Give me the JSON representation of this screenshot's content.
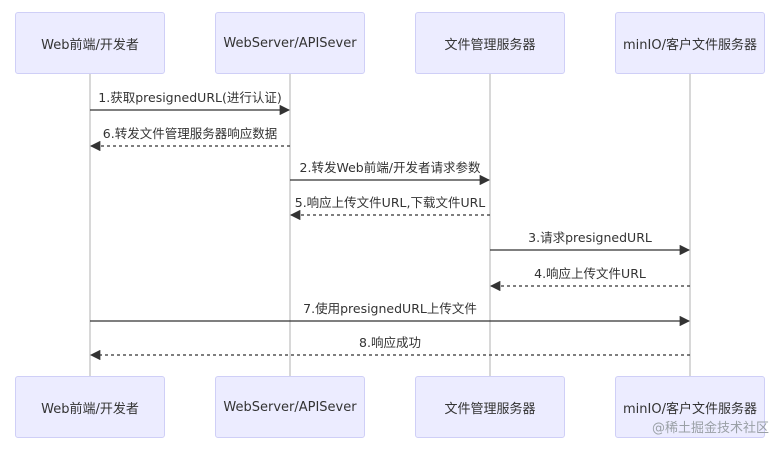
{
  "participants": [
    {
      "id": "web",
      "label": "Web前端/开发者"
    },
    {
      "id": "server",
      "label": "WebServer/APISever"
    },
    {
      "id": "fms",
      "label": "文件管理服务器"
    },
    {
      "id": "minio",
      "label": "minIO/客户文件服务器"
    }
  ],
  "messages": [
    {
      "from": "web",
      "to": "server",
      "label": "1.获取presignedURL(进行认证)",
      "style": "solid"
    },
    {
      "from": "server",
      "to": "web",
      "label": "6.转发文件管理服务器响应数据",
      "style": "dashed"
    },
    {
      "from": "server",
      "to": "fms",
      "label": "2.转发Web前端/开发者请求参数",
      "style": "solid"
    },
    {
      "from": "fms",
      "to": "server",
      "label": "5.响应上传文件URL,下载文件URL",
      "style": "dashed"
    },
    {
      "from": "fms",
      "to": "minio",
      "label": "3.请求presignedURL",
      "style": "solid"
    },
    {
      "from": "minio",
      "to": "fms",
      "label": "4.响应上传文件URL",
      "style": "dashed"
    },
    {
      "from": "web",
      "to": "minio",
      "label": "7.使用presignedURL上传文件",
      "style": "solid"
    },
    {
      "from": "minio",
      "to": "web",
      "label": "8.响应成功",
      "style": "dashed"
    }
  ],
  "watermark": "@稀土掘金技术社区",
  "colors": {
    "actor_fill": "#ECECFF",
    "actor_border": "#CFCFF7",
    "line": "#333333",
    "lifeline": "#b0b0b0"
  }
}
